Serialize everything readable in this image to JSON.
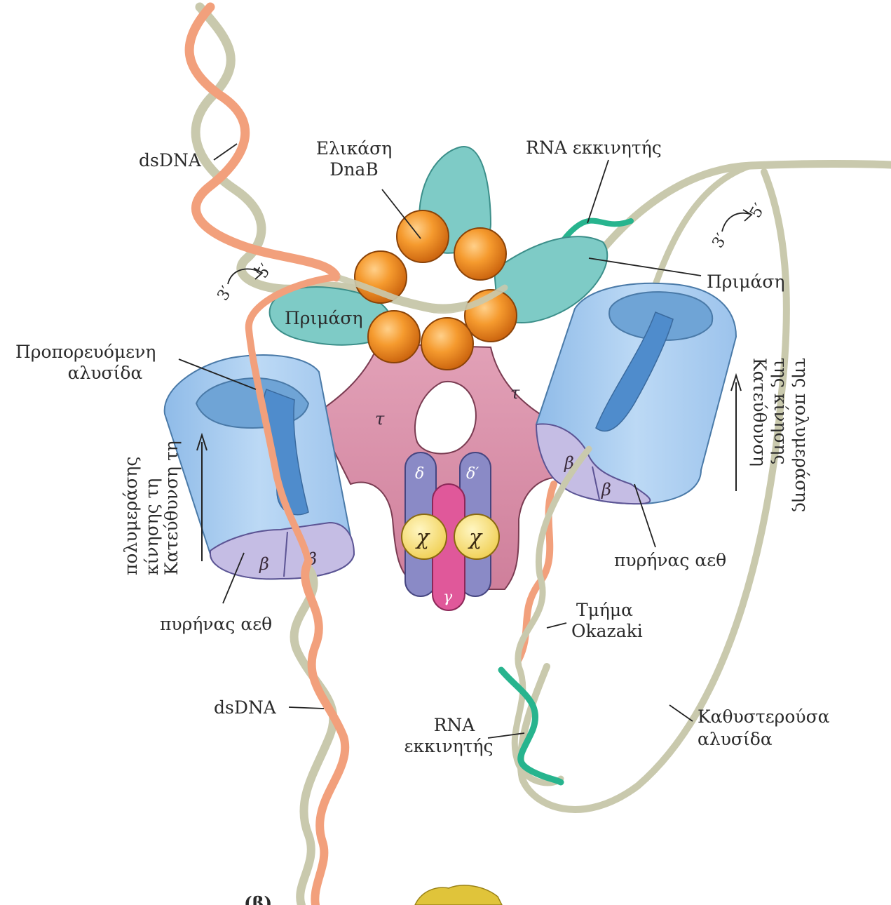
{
  "colors": {
    "leading_strand": "#f2a07c",
    "template_strand": "#c9c9ad",
    "rna_primer": "#27b48e",
    "helicase": "#f08a25",
    "primase": "#7ecbc6",
    "polymerase_core": "#a9cdf0",
    "beta_clamp": "#c5bde4",
    "tau_complex": "#d98ca6",
    "delta": "#8a8ac6",
    "gamma": "#e0589a",
    "chi": "#f5dc70"
  },
  "labels": {
    "helicase_line1": "Ελικάση",
    "helicase_line2": "DnaB",
    "rna_primer_top": "RNA εκκινητής",
    "dsdna_top": "dsDNA",
    "dsdna_bottom": "dsDNA",
    "primase_left": "Πριμάση",
    "primase_right": "Πριμάση",
    "leading_line1": "Προπορευόμενη",
    "leading_line2": "αλυσίδα",
    "direction_left_line1": "Κατεύθυνση τη",
    "direction_left_line2": "κίνησης τη",
    "direction_left_line3": "πολυμεράσης",
    "direction_right_line1": "Κατεύθυνση",
    "direction_right_line2": "της κίνησης",
    "direction_right_line3": "της πολυμεράσης",
    "core_left": "πυρήνας αεθ",
    "core_right": "πυρήνας αεθ",
    "okazaki_line1": "Τμήμα",
    "okazaki_line2": "Okazaki",
    "rna_primer_bottom_line1": "RNA",
    "rna_primer_bottom_line2": "εκκινητής",
    "lagging_line1": "Καθυστερούσα",
    "lagging_line2": "αλυσίδα",
    "strand_left_3": "3′",
    "strand_left_5": "5′",
    "strand_right_3": "3′",
    "strand_right_5": "5′",
    "tau_left": "τ",
    "tau_right": "τ",
    "delta": "δ",
    "delta_prime": "δ′",
    "gamma": "γ",
    "chi_left": "χ",
    "chi_right": "χ",
    "beta_left_1": "β",
    "beta_left_2": "β",
    "beta_right_1": "β",
    "beta_right_2": "β",
    "panel": "(β)"
  }
}
